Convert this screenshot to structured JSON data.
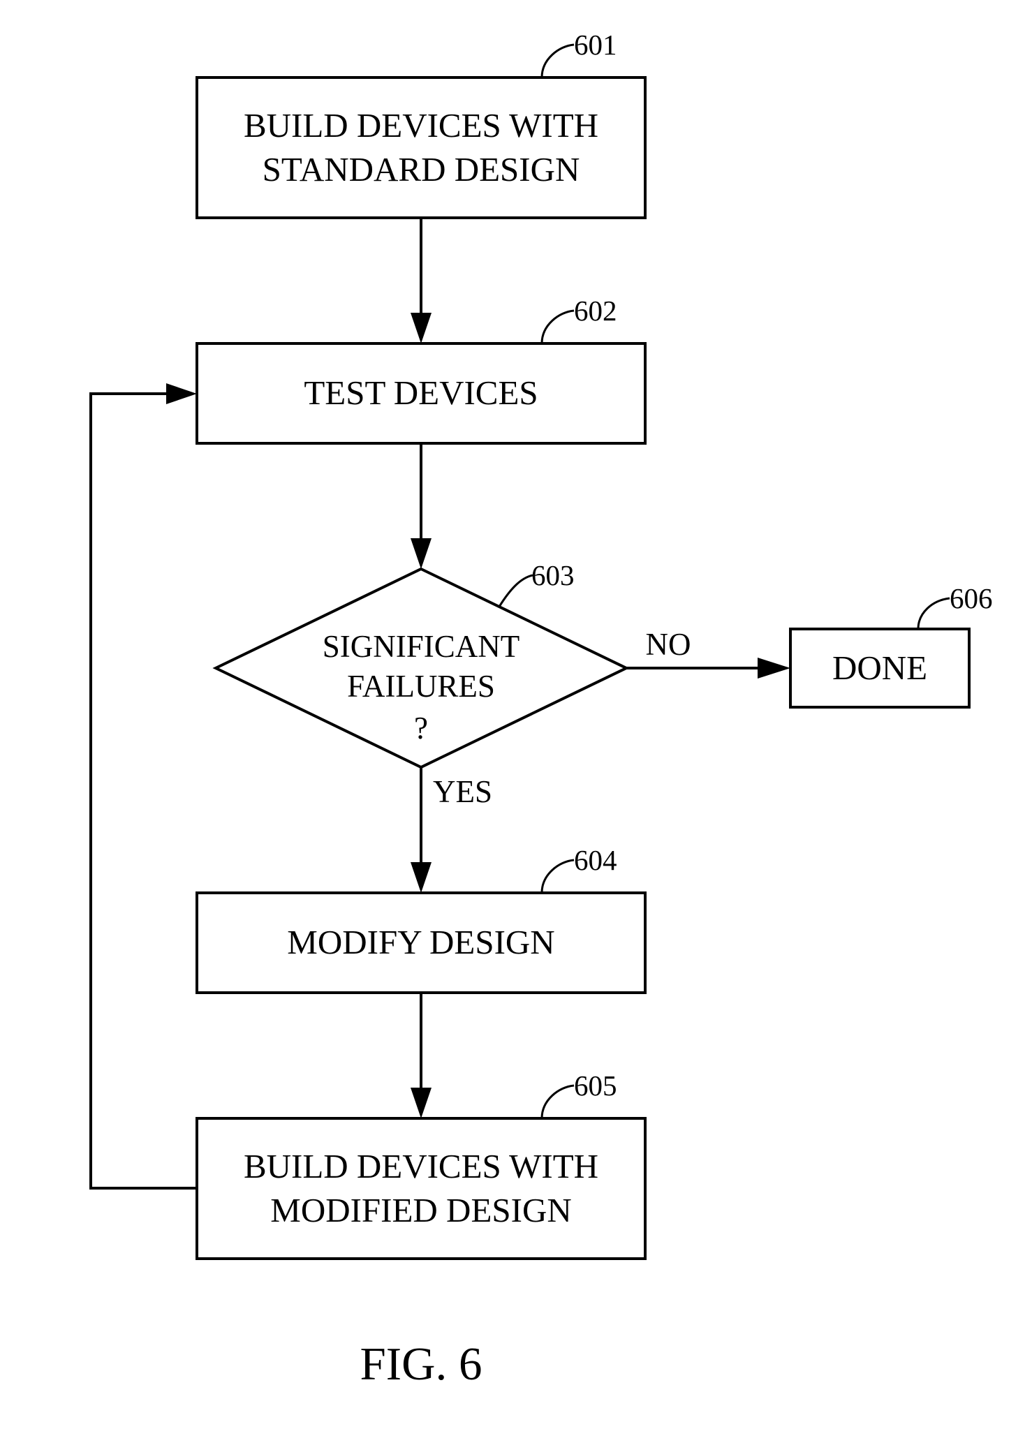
{
  "nodes": {
    "n601": {
      "ref": "601",
      "lines": [
        "BUILD DEVICES WITH",
        "STANDARD DESIGN"
      ]
    },
    "n602": {
      "ref": "602",
      "lines": [
        "TEST DEVICES"
      ]
    },
    "n603": {
      "ref": "603",
      "lines": [
        "SIGNIFICANT",
        "FAILURES",
        "?"
      ]
    },
    "n604": {
      "ref": "604",
      "lines": [
        "MODIFY DESIGN"
      ]
    },
    "n605": {
      "ref": "605",
      "lines": [
        "BUILD DEVICES WITH",
        "MODIFIED DESIGN"
      ]
    },
    "n606": {
      "ref": "606",
      "lines": [
        "DONE"
      ]
    }
  },
  "edges": {
    "no_label": "NO",
    "yes_label": "YES"
  },
  "caption": "FIG. 6"
}
